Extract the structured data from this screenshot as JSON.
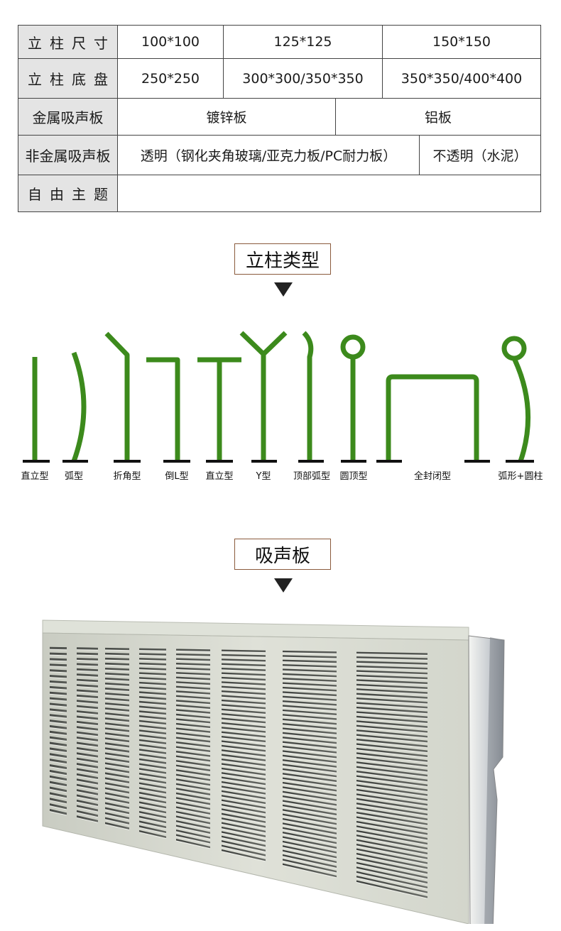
{
  "spec_table": {
    "rows": [
      {
        "header": "立柱尺寸",
        "cells": [
          "100*100",
          "125*125",
          "150*150"
        ]
      },
      {
        "header": "立柱底盘",
        "cells": [
          "250*250",
          "300*300/350*350",
          "350*350/400*400"
        ]
      },
      {
        "header": "金属吸声板",
        "cells": [
          "镀锌板",
          "铝板"
        ]
      },
      {
        "header": "非金属吸声板",
        "cells": [
          "透明（钢化夹角玻璃/亚克力板/PC耐力板）",
          "不透明（水泥）"
        ]
      },
      {
        "header": "自由主题",
        "cells": [
          ""
        ]
      }
    ]
  },
  "post_section": {
    "title": "立柱类型",
    "post_color": "#3c8a1c",
    "types": [
      "直立型",
      "弧型",
      "折角型",
      "倒L型",
      "直立型",
      "Y型",
      "顶部弧型",
      "圆顶型",
      "全封闭型",
      "弧形+圆柱"
    ]
  },
  "panel_section": {
    "title": "吸声板"
  }
}
